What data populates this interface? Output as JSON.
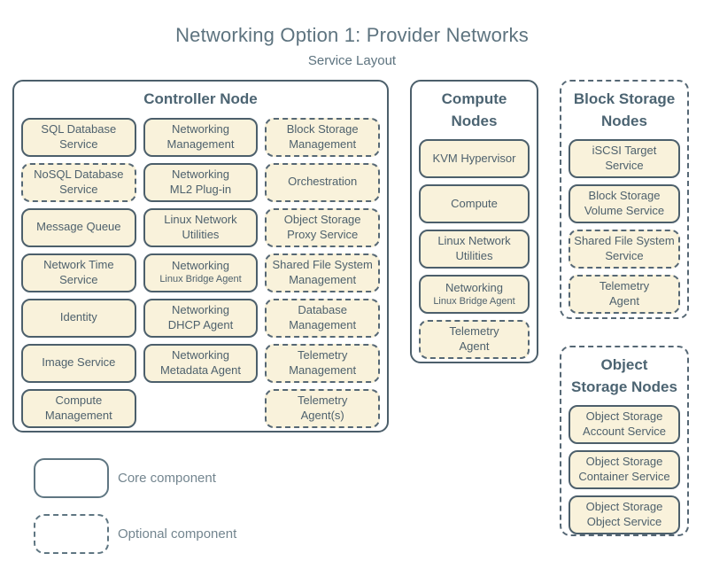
{
  "title": "Networking Option 1: Provider Networks",
  "subtitle": "Service Layout",
  "colors": {
    "background": "#ffffff",
    "service_fill": "#f9f2db",
    "border_dark": "#4c5f6b",
    "heading_text": "#4c6472",
    "service_text": "#4e616d",
    "title_text": "#5d737f",
    "legend_text": "#73858f"
  },
  "groups": [
    {
      "id": "controller-node",
      "label_lines": [
        "Controller Node"
      ],
      "border": "solid",
      "columns": 3,
      "services": [
        {
          "lines": [
            "SQL Database",
            "Service"
          ],
          "style": "solid"
        },
        {
          "lines": [
            "Networking",
            "Management"
          ],
          "style": "solid"
        },
        {
          "lines": [
            "Block Storage",
            "Management"
          ],
          "style": "dashed"
        },
        {
          "lines": [
            "NoSQL Database",
            "Service"
          ],
          "style": "dashed"
        },
        {
          "lines": [
            "Networking",
            "ML2 Plug-in"
          ],
          "style": "solid"
        },
        {
          "lines": [
            "Orchestration"
          ],
          "style": "dashed"
        },
        {
          "lines": [
            "Message Queue"
          ],
          "style": "solid"
        },
        {
          "lines": [
            "Linux Network",
            "Utilities"
          ],
          "style": "solid"
        },
        {
          "lines": [
            "Object Storage",
            "Proxy Service"
          ],
          "style": "dashed"
        },
        {
          "lines": [
            "Network Time",
            "Service"
          ],
          "style": "solid"
        },
        {
          "lines": [
            "Networking",
            "Linux Bridge Agent"
          ],
          "style": "solid",
          "small_second_line": true
        },
        {
          "lines": [
            "Shared File System",
            "Management"
          ],
          "style": "dashed"
        },
        {
          "lines": [
            "Identity"
          ],
          "style": "solid"
        },
        {
          "lines": [
            "Networking",
            "DHCP Agent"
          ],
          "style": "solid"
        },
        {
          "lines": [
            "Database",
            "Management"
          ],
          "style": "dashed"
        },
        {
          "lines": [
            "Image Service"
          ],
          "style": "solid"
        },
        {
          "lines": [
            "Networking",
            "Metadata Agent"
          ],
          "style": "solid"
        },
        {
          "lines": [
            "Telemetry",
            "Management"
          ],
          "style": "dashed"
        },
        {
          "lines": [
            "Compute",
            "Management"
          ],
          "style": "solid"
        },
        {
          "empty": true
        },
        {
          "lines": [
            "Telemetry",
            "Agent(s)"
          ],
          "style": "dashed"
        }
      ]
    },
    {
      "id": "compute-nodes",
      "label_lines": [
        "Compute",
        "Nodes"
      ],
      "border": "solid",
      "columns": 1,
      "services": [
        {
          "lines": [
            "KVM Hypervisor"
          ],
          "style": "solid"
        },
        {
          "lines": [
            "Compute"
          ],
          "style": "solid"
        },
        {
          "lines": [
            "Linux Network",
            "Utilities"
          ],
          "style": "solid"
        },
        {
          "lines": [
            "Networking",
            "Linux Bridge Agent"
          ],
          "style": "solid",
          "small_second_line": true
        },
        {
          "lines": [
            "Telemetry",
            "Agent"
          ],
          "style": "dashed"
        }
      ]
    },
    {
      "id": "block-storage-nodes",
      "label_lines": [
        "Block Storage",
        "Nodes"
      ],
      "border": "dashed",
      "columns": 1,
      "services": [
        {
          "lines": [
            "iSCSI Target",
            "Service"
          ],
          "style": "solid"
        },
        {
          "lines": [
            "Block Storage",
            "Volume Service"
          ],
          "style": "solid"
        },
        {
          "lines": [
            "Shared File System",
            "Service"
          ],
          "style": "dashed"
        },
        {
          "lines": [
            "Telemetry",
            "Agent"
          ],
          "style": "dashed"
        }
      ]
    },
    {
      "id": "object-storage-nodes",
      "label_lines": [
        "Object",
        "Storage Nodes"
      ],
      "border": "dashed",
      "columns": 1,
      "services": [
        {
          "lines": [
            "Object Storage",
            "Account Service"
          ],
          "style": "solid"
        },
        {
          "lines": [
            "Object Storage",
            "Container Service"
          ],
          "style": "solid"
        },
        {
          "lines": [
            "Object Storage",
            "Object Service"
          ],
          "style": "solid"
        }
      ]
    }
  ],
  "legend": [
    {
      "style": "solid",
      "label": "Core component"
    },
    {
      "style": "dashed",
      "label": "Optional component"
    }
  ]
}
